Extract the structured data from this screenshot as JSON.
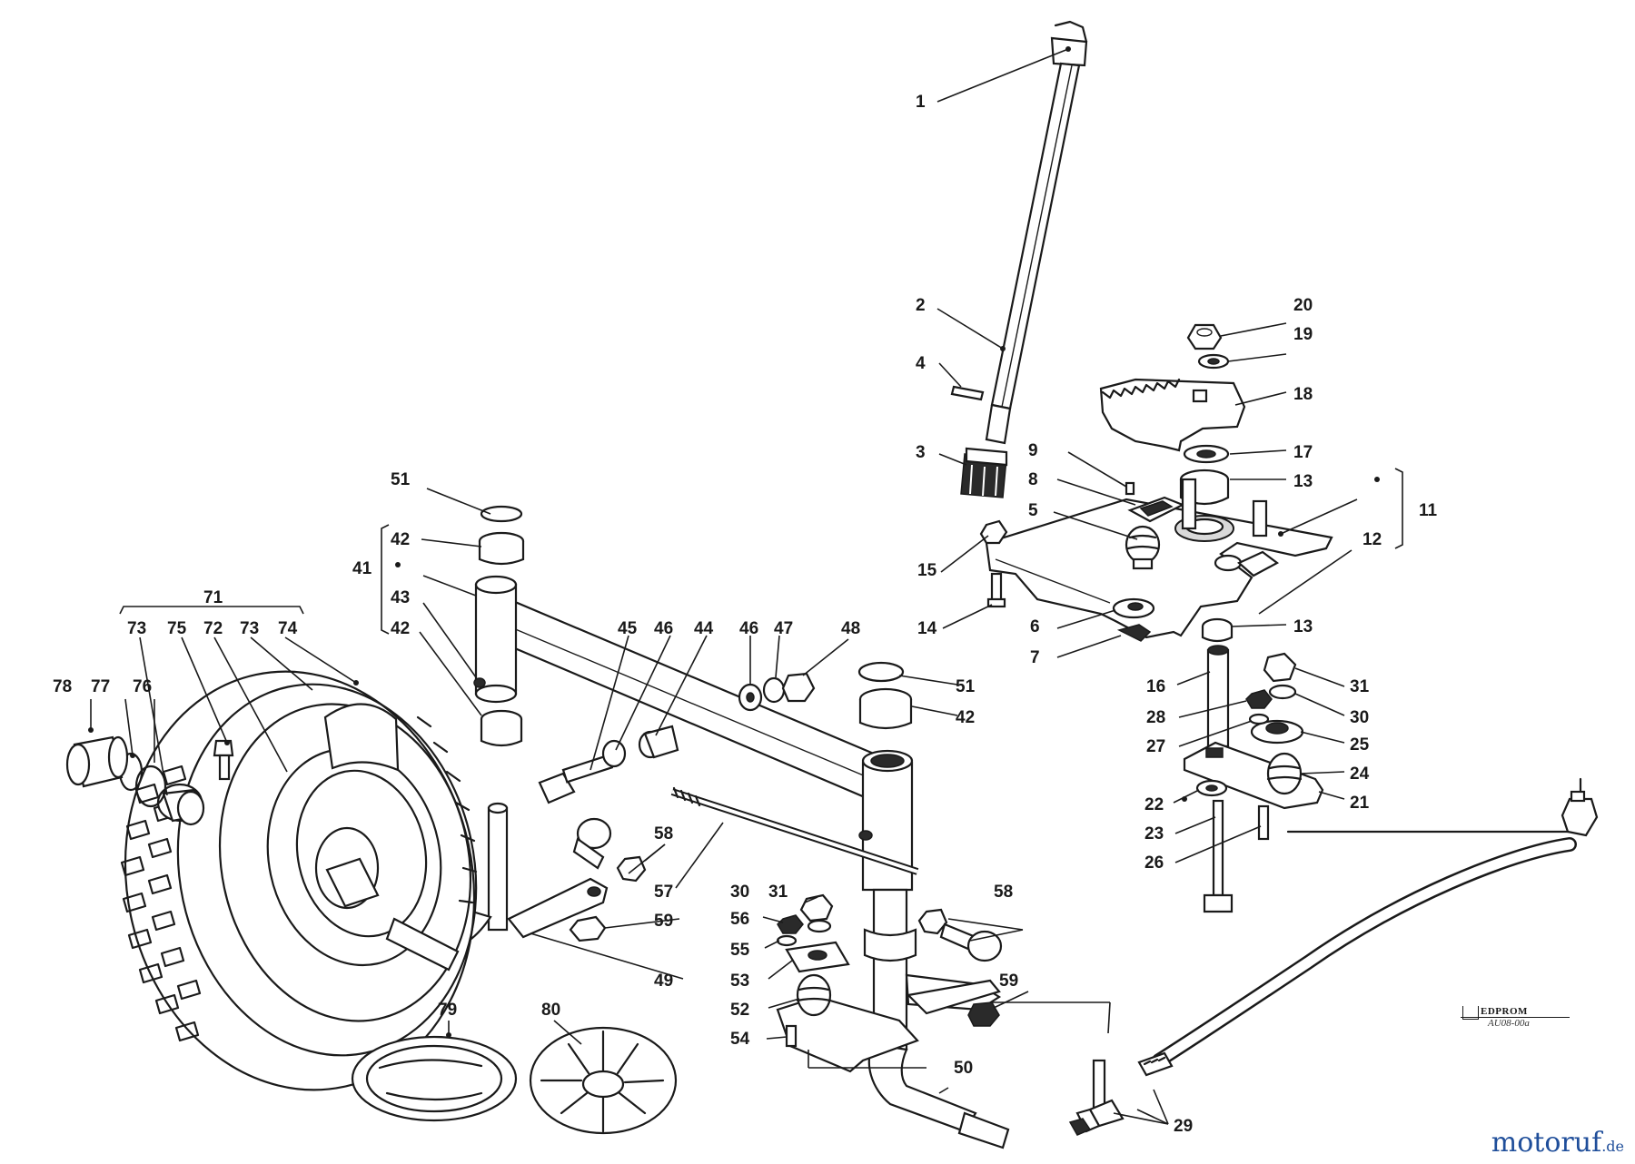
{
  "diagram": {
    "callouts": {
      "c1": "1",
      "c2": "2",
      "c3": "3",
      "c4": "4",
      "c5": "5",
      "c6": "6",
      "c7": "7",
      "c8": "8",
      "c9": "9",
      "c11": "11",
      "c12": "12",
      "c13a": "13",
      "c13b": "13",
      "c14": "14",
      "c15": "15",
      "c16": "16",
      "c17": "17",
      "c18": "18",
      "c19": "19",
      "c20": "20",
      "c21": "21",
      "c22": "22",
      "c23": "23",
      "c24": "24",
      "c25": "25",
      "c26": "26",
      "c27": "27",
      "c28": "28",
      "c29": "29",
      "c30a": "30",
      "c30b": "30",
      "c31a": "31",
      "c31b": "31",
      "c41": "41",
      "c42a": "42",
      "c42b": "42",
      "c42c": "42",
      "c43": "43",
      "c44": "44",
      "c45": "45",
      "c46a": "46",
      "c46b": "46",
      "c47": "47",
      "c48": "48",
      "c49": "49",
      "c50": "50",
      "c51a": "51",
      "c51b": "51",
      "c52": "52",
      "c53": "53",
      "c54": "54",
      "c55": "55",
      "c56": "56",
      "c57": "57",
      "c58a": "58",
      "c58b": "58",
      "c59a": "59",
      "c59b": "59",
      "c71": "71",
      "c72": "72",
      "c73a": "73",
      "c73b": "73",
      "c74": "74",
      "c75": "75",
      "c76": "76",
      "c77": "77",
      "c78": "78",
      "c79": "79",
      "c80": "80"
    }
  },
  "stamp": {
    "line1": "EDPROM",
    "line2": "AU08-00a"
  },
  "watermark": {
    "name": "motoruf",
    "tld": ".de"
  },
  "colors": {
    "ink": "#1a1a1a",
    "watermark": "#1f4e9a",
    "background": "#ffffff"
  }
}
